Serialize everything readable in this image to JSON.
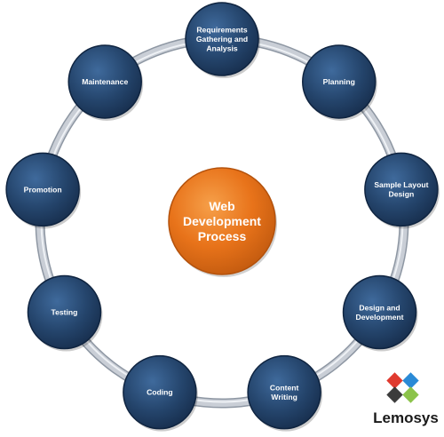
{
  "diagram": {
    "center_label": [
      "Web",
      "Development",
      "Process"
    ],
    "steps": [
      {
        "label": [
          "Requirements",
          "Gathering and",
          "Analysis"
        ]
      },
      {
        "label": [
          "Planning"
        ]
      },
      {
        "label": [
          "Sample Layout",
          "Design"
        ]
      },
      {
        "label": [
          "Design and",
          "Development"
        ]
      },
      {
        "label": [
          "Content",
          "Writing"
        ]
      },
      {
        "label": [
          "Coding"
        ]
      },
      {
        "label": [
          "Testing"
        ]
      },
      {
        "label": [
          "Promotion"
        ]
      },
      {
        "label": [
          "Maintenance"
        ]
      }
    ],
    "colors": {
      "node_fill": "#24446b",
      "node_edge": "#0f2440",
      "center_fill": "#e8731a",
      "ring": "#c9ced6"
    }
  },
  "brand": {
    "name": "Lemosys",
    "logo_colors": [
      "#e03a2f",
      "#2a8ad6",
      "#3b3b3b",
      "#8bc34a"
    ]
  }
}
